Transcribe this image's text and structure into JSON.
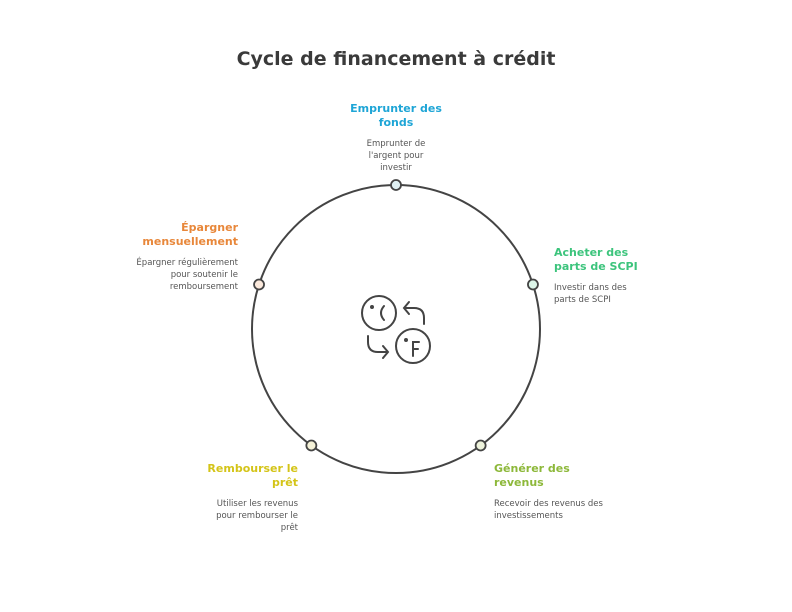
{
  "title": "Cycle de financement à crédit",
  "steps": [
    {
      "title": "Emprunter des fonds",
      "desc": "Emprunter de l'argent pour investir",
      "color": "#1ea5d6",
      "fill": "#dff0f2"
    },
    {
      "title": "Acheter des parts de SCPI",
      "desc": "Investir dans des parts de SCPI",
      "color": "#3cc47c",
      "fill": "#dcf5e8"
    },
    {
      "title": "Générer des revenus",
      "desc": "Recevoir des revenus des investissements",
      "color": "#8db83a",
      "fill": "#eef3dc"
    },
    {
      "title": "Rembourser le prêt",
      "desc": "Utiliser les revenus pour rembourser le prêt",
      "color": "#d4c418",
      "fill": "#f5f2d8"
    },
    {
      "title": "Épargner mensuellement",
      "desc": "Épargner régulièrement pour soutenir le remboursement",
      "color": "#e8873a",
      "fill": "#fbe9dc"
    }
  ],
  "center_icon": "currency-exchange-cycle-icon"
}
